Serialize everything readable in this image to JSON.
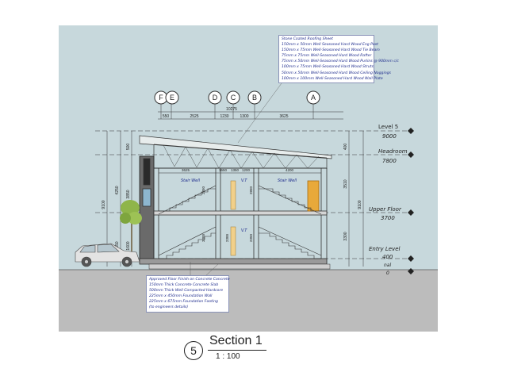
{
  "grid": {
    "labels": [
      "F",
      "E",
      "D",
      "C",
      "B",
      "A"
    ]
  },
  "dimensions": {
    "overall": "10275",
    "top_segments": [
      "550",
      "2525",
      "1230",
      "1300",
      "3625"
    ],
    "mid_segments": [
      "3625",
      "1650",
      "1350",
      "1200",
      "4200"
    ],
    "left_vertical": [
      "500",
      "4250",
      "3850",
      "2350",
      "1600"
    ],
    "left_outer": "9100",
    "right_vertical": [
      "400",
      "3510",
      "3300"
    ],
    "right_outer": "9100",
    "inner": [
      "2850",
      "2850",
      "3300",
      "2350",
      "2300"
    ]
  },
  "levels": [
    {
      "label": "Level 5",
      "value": "9000"
    },
    {
      "label": "Headroom",
      "value": "7800"
    },
    {
      "label": "Upper Floor",
      "value": "3700"
    },
    {
      "label": "Entry Level",
      "value": "400"
    },
    {
      "label": "",
      "value": "nal"
    },
    {
      "label": "",
      "value": "0"
    }
  ],
  "room_labels": {
    "stair_left": "Stair Well",
    "vt_upper": "V.T",
    "stair_right": "Stair Well",
    "vt_lower": "V.T"
  },
  "roof_notes": [
    "Stone Coated Roofing Sheet",
    "150mm x 50mm Well Seasoned Hard Wood Eng Post",
    "150mm x 75mm Well-Seasoned Hard Wood Tie Beam",
    "75mm x 75mm Well-Seasoned Hard Wood Rafter",
    "75mm x 50mm Well-Seasoned Hard Wood Purlins @ 900mm c/c",
    "100mm x 75mm Well-Seasoned Hard Wood Struts",
    "50mm x 50mm Well-Seasoned Hard Wood Ceiling Noggings",
    "100mm x 100mm Well-Seasoned Hard Wood Wall Plate"
  ],
  "floor_notes": [
    "Approved Floor Finish on Concrete Concrete",
    "150mm Thick Concrete Concrete Slab",
    "500mm Thick Well Compacted Hardcore",
    "225mm x 450mm Foundation Wall",
    "225mm x 675mm Foundation Footing",
    "(to engineers details)"
  ],
  "title_block": {
    "number": "5",
    "title": "Section 1",
    "scale": "1 : 100"
  },
  "colors": {
    "sky": "#c7d8dc",
    "ground": "#bcbcbc",
    "line": "#333333",
    "annotation": "#1c2a8c",
    "glazing": "#e8a93a",
    "tree": "#8fb54a"
  }
}
